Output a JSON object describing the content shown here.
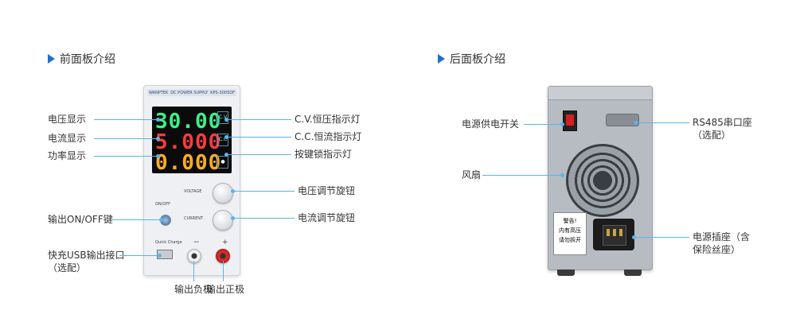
{
  "sections": {
    "front_title": "前面板介绍",
    "rear_title": "后面板介绍"
  },
  "front_panel": {
    "brand": "WANPTEK",
    "model_text": "DC POWER SUPPLY",
    "model_no": "KPS-3005DF",
    "voltage_reading": "30.00",
    "current_reading": "5.000",
    "power_reading": "0.000",
    "voltage_label": "VOLTAGE",
    "current_label": "CURRENT",
    "on_off_label": "ON/OFF",
    "quick_charge_label": "Quick Charge",
    "minus_sign": "−",
    "plus_sign": "+",
    "cv_text": "C.V",
    "cc_text": "C.C",
    "colors": {
      "voltage": "#3df08a",
      "current": "#ff3b3b",
      "power": "#ffae1f"
    }
  },
  "front_labels": {
    "voltage_display": "电压显示",
    "current_display": "电流显示",
    "power_display": "功率显示",
    "output_on_off": "输出ON/OFF键",
    "usb_port": "快充USB输出接口",
    "usb_optional": "（选配）",
    "output_negative": "输出负极",
    "output_positive": "输出正极",
    "cv_indicator": "C.V.恒压指示灯",
    "cc_indicator": "C.C.恒流指示灯",
    "lock_indicator": "按键锁指示灯",
    "voltage_knob": "电压调节旋钮",
    "current_knob": "电流调节旋钮"
  },
  "rear_panel": {
    "warning_lines": [
      "警告!",
      "内有高压",
      "请勿拆开"
    ]
  },
  "rear_labels": {
    "power_switch": "电源供电开关",
    "fan": "风扇",
    "rs485": "RS485串口座",
    "rs485_optional": "（选配）",
    "power_socket_line1": "电源插座（含",
    "power_socket_line2": "保险丝座）"
  },
  "accent_color": "#5ab4e8",
  "title_marker_color": "#1f6fd1"
}
